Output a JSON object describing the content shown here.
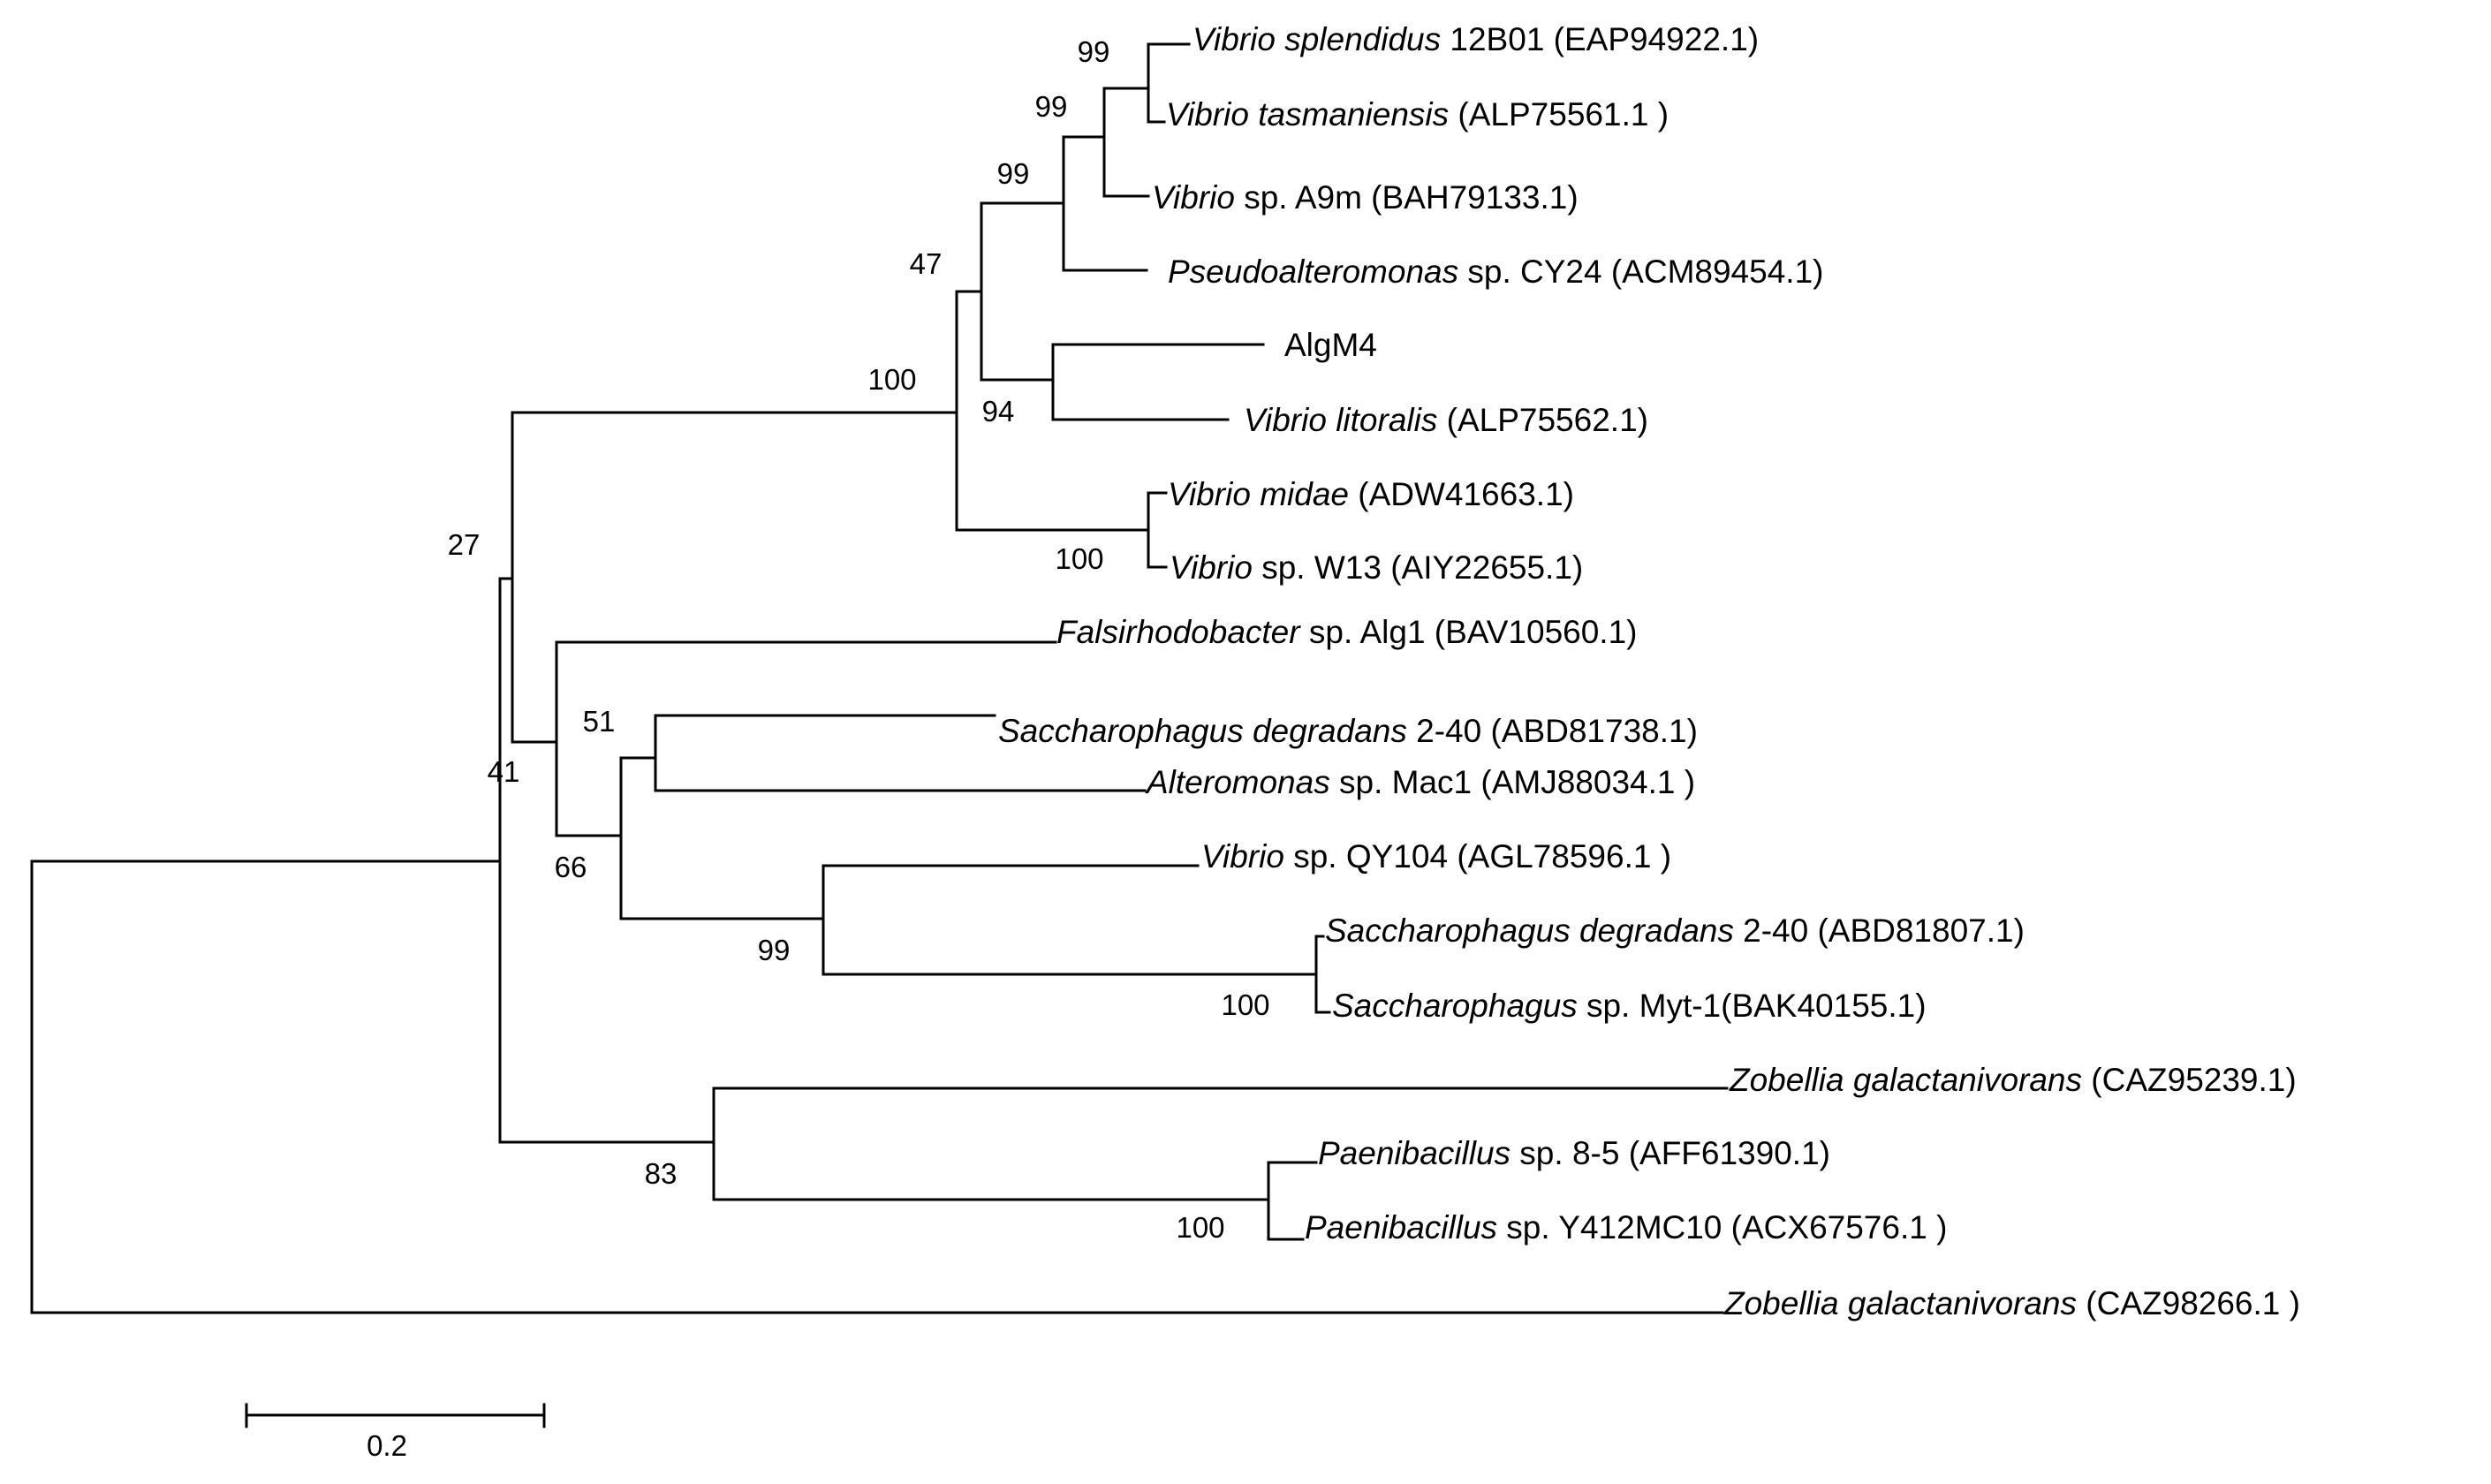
{
  "tips": [
    {
      "id": "t1",
      "italic": "Vibrio splendidus",
      "rest": " 12B01 (EAP94922.1)"
    },
    {
      "id": "t2",
      "italic": "Vibrio tasmaniensis",
      "rest": " (ALP75561.1 )"
    },
    {
      "id": "t3",
      "italic": "Vibrio",
      "rest": " sp. A9m  (BAH79133.1)"
    },
    {
      "id": "t4",
      "italic": "Pseudoalteromonas",
      "rest": " sp. CY24 (ACM89454.1)"
    },
    {
      "id": "t5",
      "italic": "",
      "rest": "AlgM4"
    },
    {
      "id": "t6",
      "italic": "Vibrio litoralis",
      "rest": " (ALP75562.1)"
    },
    {
      "id": "t7",
      "italic": "Vibrio midae",
      "rest": " (ADW41663.1)"
    },
    {
      "id": "t8",
      "italic": "Vibrio",
      "rest": " sp. W13 (AIY22655.1)"
    },
    {
      "id": "t9",
      "italic": "Falsirhodobacter",
      "rest": " sp. Alg1 (BAV10560.1)"
    },
    {
      "id": "t10",
      "italic": "Saccharophagus degradans",
      "rest": " 2-40 (ABD81738.1)"
    },
    {
      "id": "t11",
      "italic": "Alteromonas",
      "rest": " sp. Mac1 (AMJ88034.1 )"
    },
    {
      "id": "t12",
      "italic": "Vibrio",
      "rest": " sp. QY104 (AGL78596.1 )"
    },
    {
      "id": "t13",
      "italic": "Saccharophagus degradans",
      "rest": " 2-40 (ABD81807.1)"
    },
    {
      "id": "t14",
      "italic": "Saccharophagus",
      "rest": " sp. Myt-1(BAK40155.1)"
    },
    {
      "id": "t15",
      "italic": "Zobellia galactanivorans",
      "rest": " (CAZ95239.1)"
    },
    {
      "id": "t16",
      "italic": "Paenibacillus",
      "rest": " sp. 8-5 (AFF61390.1)"
    },
    {
      "id": "t17",
      "italic": "Paenibacillus",
      "rest": " sp. Y412MC10 (ACX67576.1 )"
    },
    {
      "id": "t18",
      "italic": "Zobellia galactanivorans",
      "rest": " (CAZ98266.1 )"
    }
  ],
  "bootstrap": {
    "n_vsplendidus_vtasmaniensis": "99",
    "n_with_vibrio_a9m": "99",
    "n_with_pseudoalteromonas": "99",
    "n_algm4_vlitoralis": "94",
    "n_vibrio_clade_inner": "47",
    "n_vmidae_vw13": "100",
    "n_vibrio_clade": "100",
    "n_upper_group": "27",
    "n_sd_alteromonas": "51",
    "n_sd_saccharophagus": "100",
    "n_qy104_group": "99",
    "n_middle_inner": "66",
    "n_middle_group": "41",
    "n_paenibacillus": "100",
    "n_zobellia_paenibacillus": "83"
  },
  "scale_bar": {
    "label": "0.2",
    "value": 0.2
  }
}
